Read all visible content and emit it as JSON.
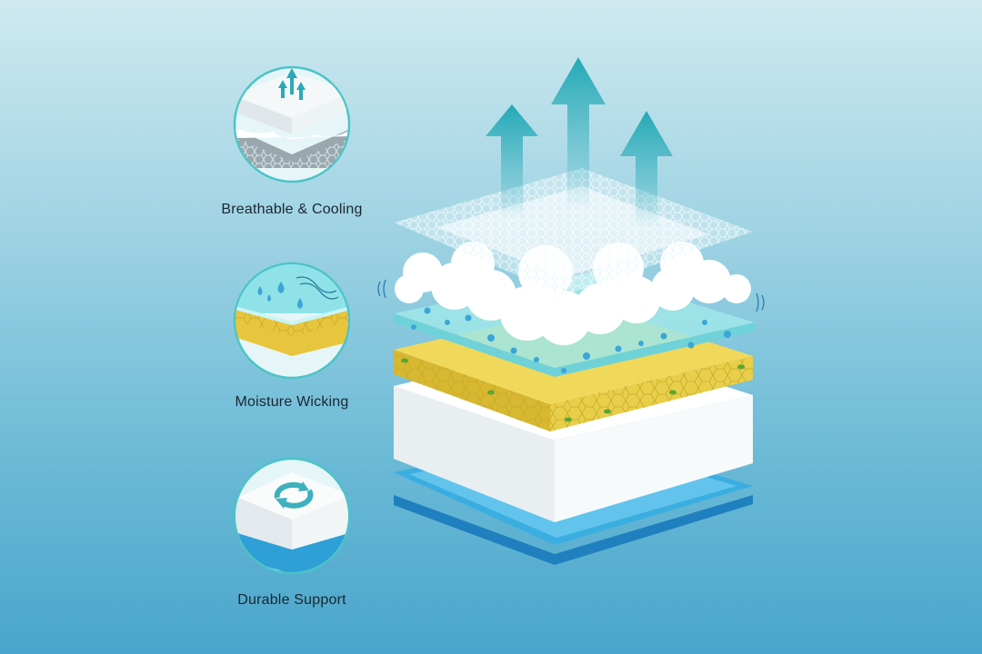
{
  "features": [
    {
      "label": "Breathable & Cooling",
      "icon": "breathable-arrows-icon"
    },
    {
      "label": "Moisture Wicking",
      "icon": "water-drops-icon"
    },
    {
      "label": "Durable Support",
      "icon": "rotate-arrows-icon"
    }
  ],
  "colors": {
    "accent_teal": "#2fb3be",
    "foam_yellow": "#e8cf4a",
    "base_blue": "#3aaee0",
    "wicking_layer": "#9fe6e8"
  }
}
